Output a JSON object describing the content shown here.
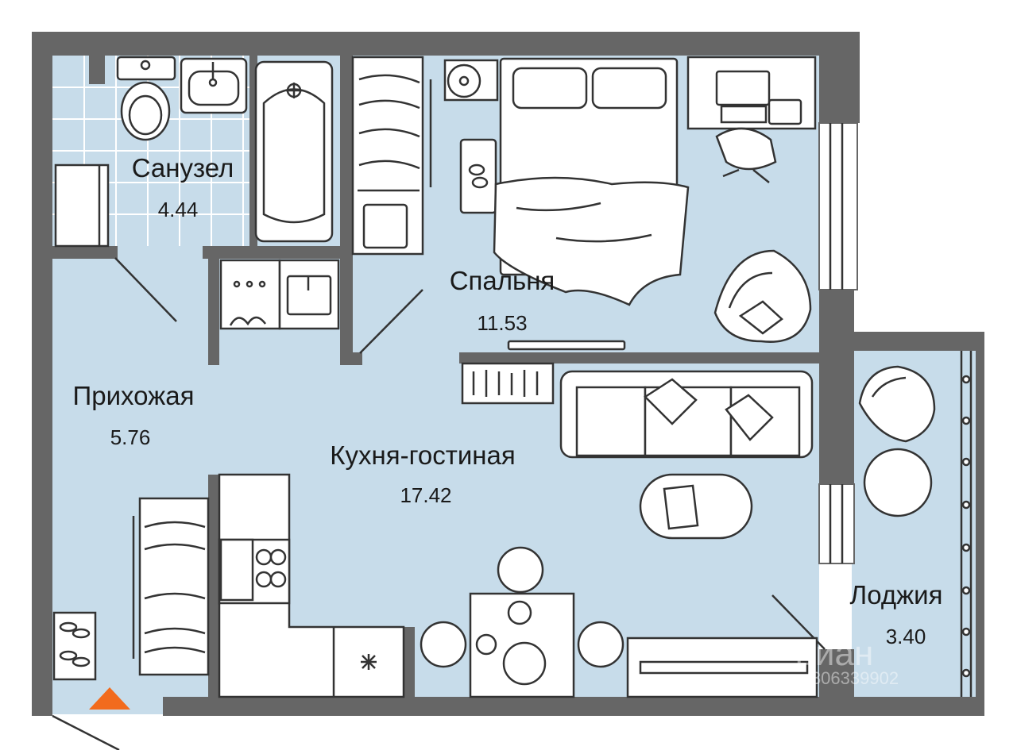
{
  "rooms": {
    "bathroom": {
      "name": "Санузел",
      "area": "4.44"
    },
    "bedroom": {
      "name": "Спальня",
      "area": "11.53"
    },
    "hallway": {
      "name": "Прихожая",
      "area": "5.76"
    },
    "kitchen": {
      "name": "Кухня-гостиная",
      "area": "17.42"
    },
    "loggia": {
      "name": "Лоджия",
      "area": "3.40"
    }
  },
  "watermark": {
    "brand": "циан",
    "id": "306339902"
  },
  "colors": {
    "floor": "#c7dcea",
    "wall": "#666666",
    "entrance_marker": "#f26b1d"
  }
}
